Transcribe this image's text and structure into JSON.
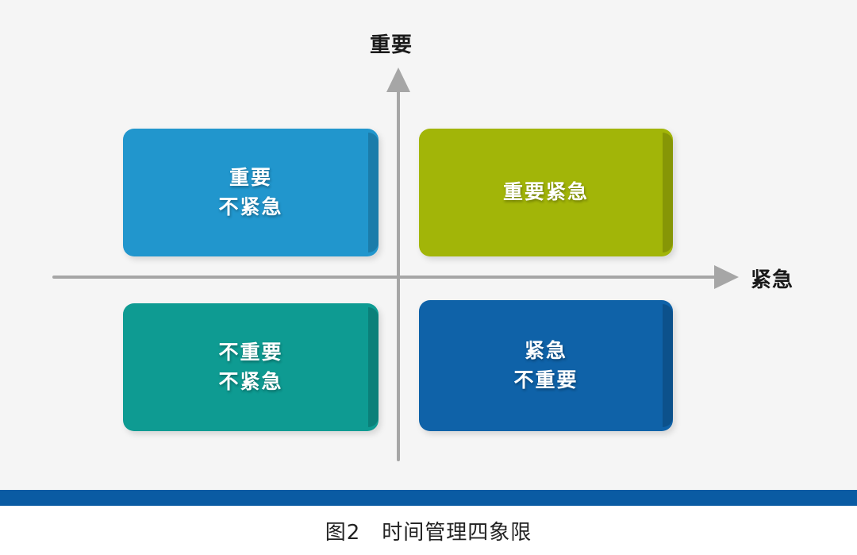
{
  "background_color": "#f5f5f5",
  "diagram": {
    "type": "quadrant-matrix",
    "axes": {
      "vertical": {
        "label": "重要",
        "direction": "up",
        "arrow_icon": "arrow-up-icon",
        "color": "#a6a6a6"
      },
      "horizontal": {
        "label": "紧急",
        "direction": "right",
        "arrow_icon": "arrow-right-icon",
        "color": "#a6a6a6"
      }
    },
    "quadrants": [
      {
        "id": "important-not-urgent",
        "position": "top-left",
        "lines": [
          "重要",
          "不紧急"
        ],
        "color": "#2196cd",
        "text_color": "#ffffff"
      },
      {
        "id": "important-urgent",
        "position": "top-right",
        "lines": [
          "重要紧急"
        ],
        "color": "#a2b508",
        "text_color": "#ffffff"
      },
      {
        "id": "not-important-not-urgent",
        "position": "bottom-left",
        "lines": [
          "不重要",
          "不紧急"
        ],
        "color": "#0e9b92",
        "text_color": "#ffffff"
      },
      {
        "id": "urgent-not-important",
        "position": "bottom-right",
        "lines": [
          "紧急",
          "不重要"
        ],
        "color": "#0f62a8",
        "text_color": "#ffffff"
      }
    ]
  },
  "divider": {
    "color": "#0a5ba3"
  },
  "caption": {
    "text": "图2　时间管理四象限",
    "color": "#222222"
  }
}
